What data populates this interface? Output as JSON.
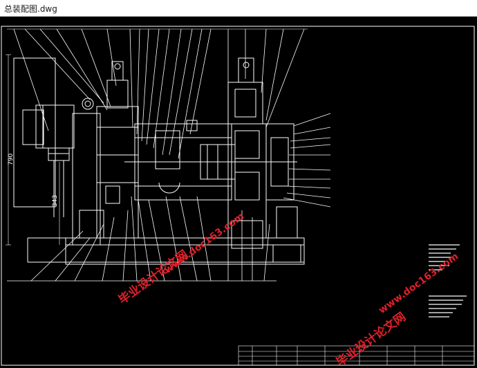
{
  "window": {
    "title": "总装配图.dwg"
  },
  "drawing": {
    "dimensions": {
      "overall_height": "790",
      "center_height": "343"
    },
    "watermarks": [
      "毕业设计论文网",
      "www.doc163.com"
    ]
  },
  "colors": {
    "background": "#000000",
    "line": "#ffffff",
    "watermark": "#e0202a"
  }
}
